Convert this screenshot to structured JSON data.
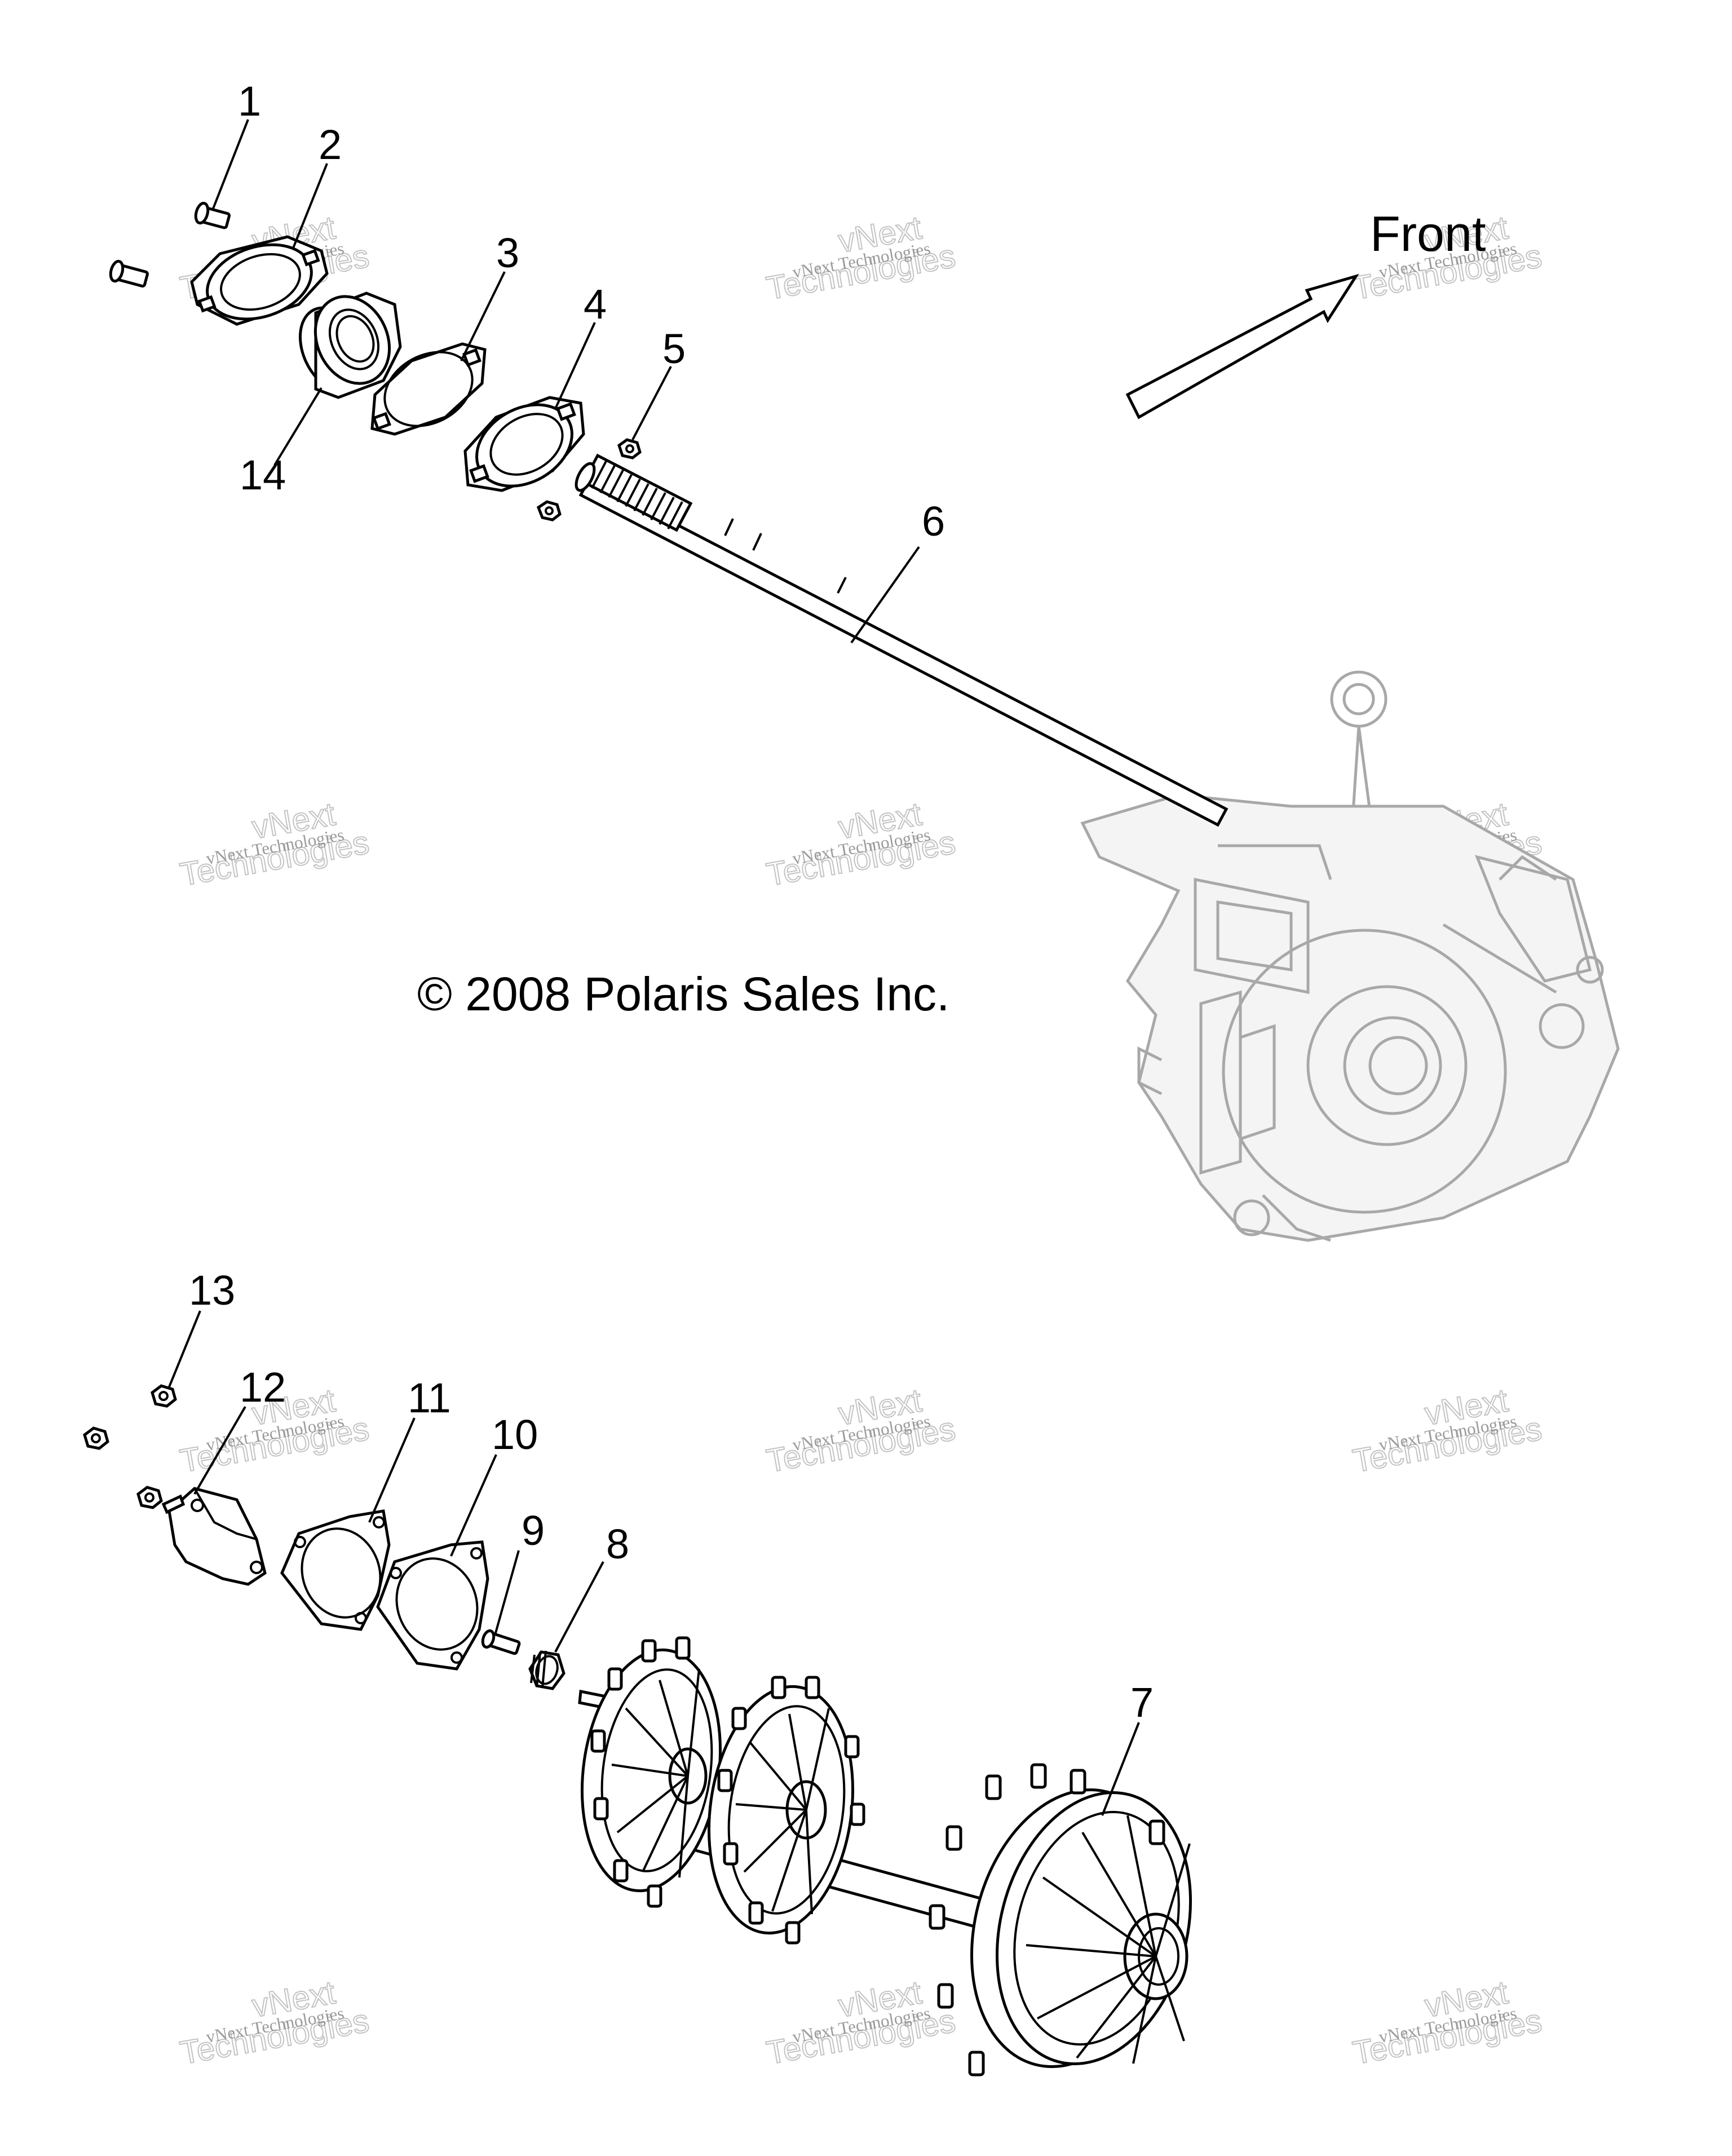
{
  "diagram": {
    "callouts": [
      "1",
      "2",
      "3",
      "4",
      "5",
      "6",
      "7",
      "8",
      "9",
      "10",
      "11",
      "12",
      "13",
      "14"
    ],
    "front_label": "Front",
    "copyright": "© 2008 Polaris Sales Inc.",
    "watermark": {
      "small_text": "vNext Technologies",
      "large_line1": "vNext",
      "large_line2": "Technologies"
    }
  }
}
